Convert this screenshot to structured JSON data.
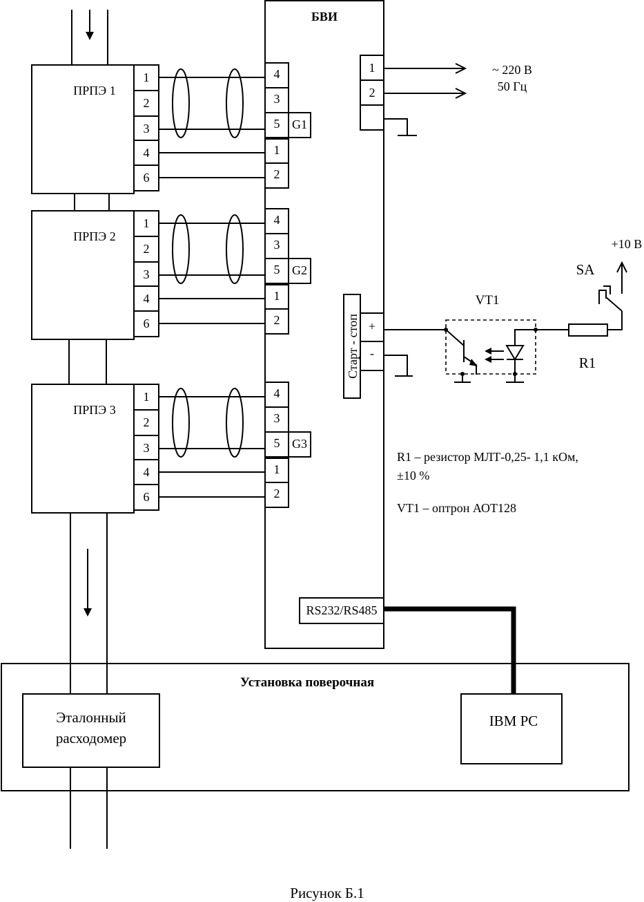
{
  "bvi": {
    "label": "БВИ"
  },
  "power": {
    "pins": [
      "1",
      "2"
    ],
    "label_voltage": "~ 220 В",
    "label_freq": "50 Гц"
  },
  "sensors": [
    {
      "label": "ПРПЭ 1",
      "pins": [
        "1",
        "2",
        "3",
        "4",
        "6"
      ],
      "bvi_pins": [
        "4",
        "3",
        "5",
        "1",
        "2"
      ],
      "group": "G1"
    },
    {
      "label": "ПРПЭ 2",
      "pins": [
        "1",
        "2",
        "3",
        "4",
        "6"
      ],
      "bvi_pins": [
        "4",
        "3",
        "5",
        "1",
        "2"
      ],
      "group": "G2"
    },
    {
      "label": "ПРПЭ 3",
      "pins": [
        "1",
        "2",
        "3",
        "4",
        "6"
      ],
      "bvi_pins": [
        "4",
        "3",
        "5",
        "1",
        "2"
      ],
      "group": "G3"
    }
  ],
  "start_stop": {
    "label": "Старт - стоп",
    "plus": "+",
    "minus": "-"
  },
  "circuit": {
    "vt1": "VT1",
    "r1": "R1",
    "sa": "SA",
    "supply": "+10 В"
  },
  "notes": {
    "line1": "R1 – резистор МЛТ-0,25- 1,1 кОм,",
    "line2": "±10 %",
    "line3": "VT1 – оптрон АОТ128"
  },
  "interface": {
    "label": "RS232/RS485"
  },
  "installation": {
    "label": "Установка поверочная"
  },
  "flowmeter": {
    "line1": "Эталонный",
    "line2": "расходомер"
  },
  "pc": {
    "label": "IBM PC"
  },
  "caption": "Рисунок Б.1"
}
